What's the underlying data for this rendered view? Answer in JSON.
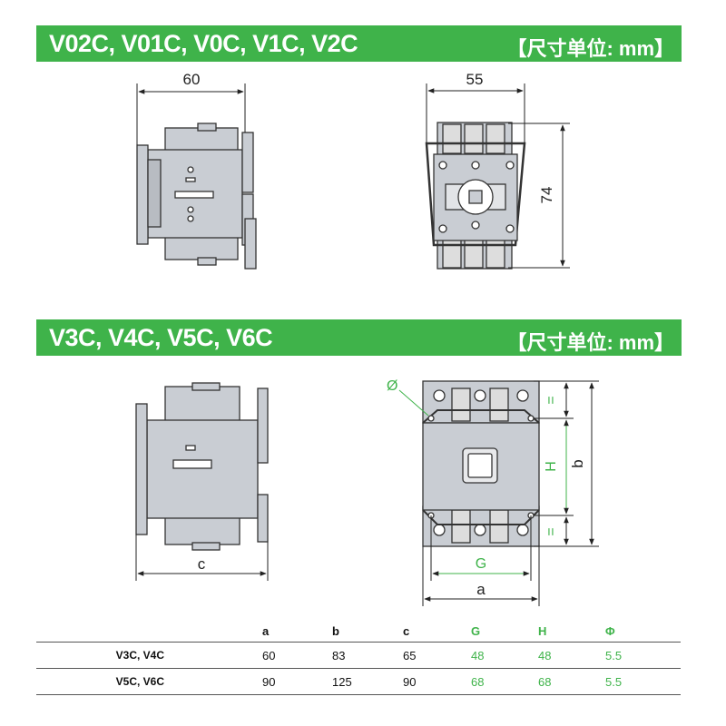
{
  "section1": {
    "title": "V02C, V01C, V0C, V1C, V2C",
    "unit": "【尺寸单位: mm】"
  },
  "section2": {
    "title": "V3C, V4C, V5C, V6C",
    "unit": "【尺寸单位: mm】"
  },
  "dims1": {
    "width_side": "60",
    "width_front": "55",
    "height_front": "74"
  },
  "dims2": {
    "side": "c",
    "diameter": "Ø",
    "g": "G",
    "a": "a",
    "h": "H",
    "b": "b",
    "eq_top": "=",
    "eq_bottom": "="
  },
  "colors": {
    "green": "#3fb34a",
    "body_gray": "#c9cdd3",
    "outline": "#333333"
  },
  "table": {
    "headers": [
      "",
      "a",
      "b",
      "c",
      "G",
      "H",
      "Φ"
    ],
    "rows": [
      {
        "model": "V3C, V4C",
        "a": "60",
        "b": "83",
        "c": "65",
        "G": "48",
        "H": "48",
        "phi": "5.5"
      },
      {
        "model": "V5C, V6C",
        "a": "90",
        "b": "125",
        "c": "90",
        "G": "68",
        "H": "68",
        "phi": "5.5"
      }
    ]
  }
}
